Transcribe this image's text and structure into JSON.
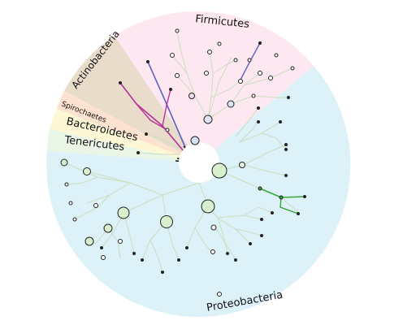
{
  "phyla": [
    {
      "name": "Firmicutes",
      "color": "#fde8f1"
    },
    {
      "name": "Actinobacteria",
      "color": "#e9dccb"
    },
    {
      "name": "Spirochaetes",
      "color": "#fde2cf"
    },
    {
      "name": "Bacteroidetes",
      "color": "#fdf7d6"
    },
    {
      "name": "Tenericutes",
      "color": "#e9f6e6"
    },
    {
      "name": "Proteobacteria",
      "color": "#ddf1f9"
    }
  ],
  "highlight_colors": {
    "firmicutes_branch": "#5b63c7",
    "actinobacteria_branch": "#b7319a",
    "proteobacteria_branch": "#35a835",
    "core_branch": "#111111"
  }
}
